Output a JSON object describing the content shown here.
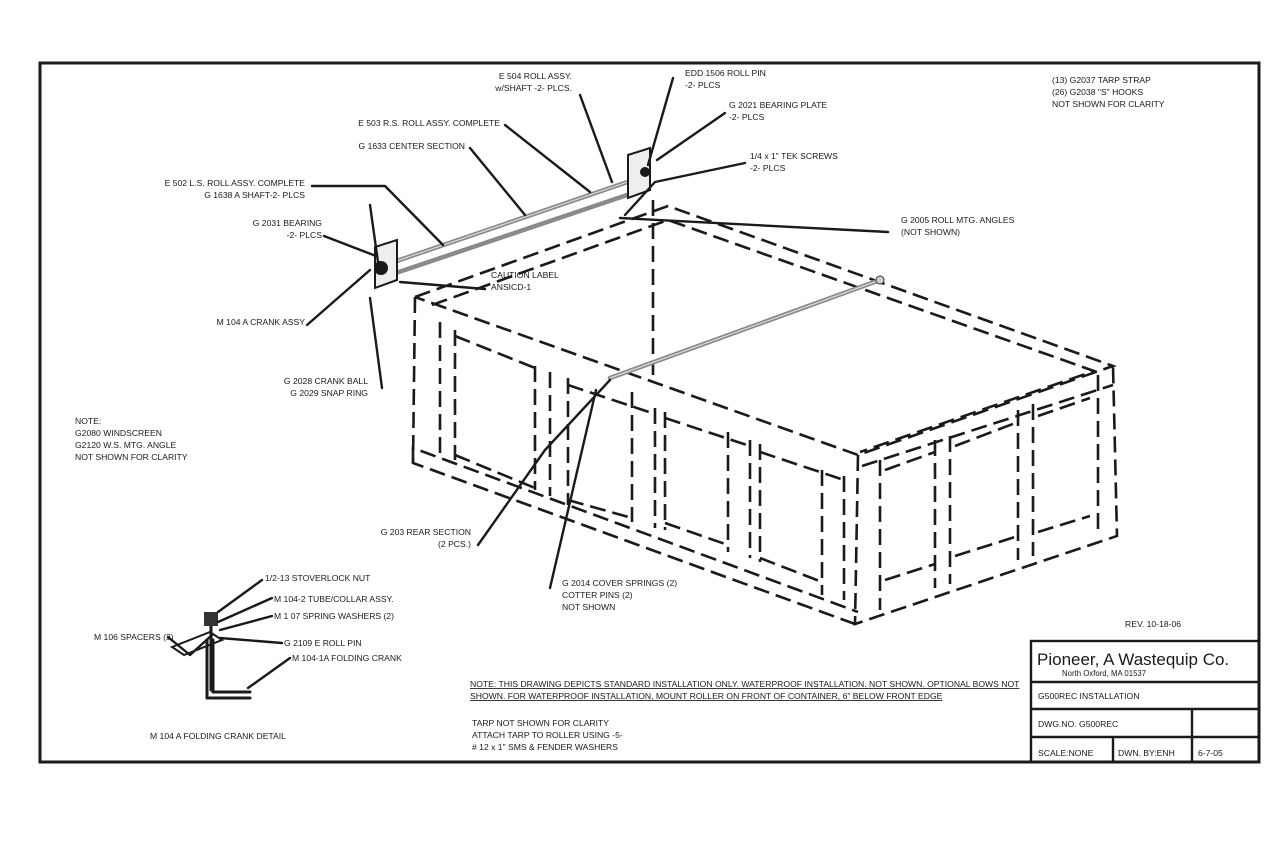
{
  "callouts": {
    "e504": [
      "E 504 ROLL ASSY.",
      "w/SHAFT -2- PLCS."
    ],
    "edd1506": [
      "EDD 1506 ROLL PIN",
      "-2- PLCS"
    ],
    "g2021": [
      "G 2021 BEARING PLATE",
      "-2- PLCS"
    ],
    "e503": [
      "E 503 R.S. ROLL ASSY. COMPLETE"
    ],
    "g1633": [
      "G 1633 CENTER SECTION"
    ],
    "tek": [
      "1/4 x 1\" TEK SCREWS",
      "-2- PLCS"
    ],
    "e502": [
      "E 502 L.S. ROLL ASSY. COMPLETE",
      "G 1638 A SHAFT-2- PLCS"
    ],
    "g2005": [
      "G 2005 ROLL MTG. ANGLES",
      "(NOT SHOWN)"
    ],
    "g2031": [
      "G 2031 BEARING",
      "-2- PLCS"
    ],
    "caution": [
      "CAUTION LABEL",
      "ANSICD-1"
    ],
    "m104crank": [
      "M 104 A CRANK ASSY"
    ],
    "g2028": [
      "G 2028 CRANK BALL",
      "G 2029 SNAP RING"
    ],
    "g203": [
      "G 203  REAR SECTION",
      "(2 PCS.)"
    ],
    "g2014": [
      "G 2014 COVER SPRINGS (2)",
      "COTTER PINS (2)",
      "NOT SHOWN"
    ]
  },
  "top_note": [
    "(13) G2037 TARP STRAP",
    "(26) G2038 \"S\" HOOKS",
    "NOT SHOWN FOR CLARITY"
  ],
  "left_note": [
    "NOTE:",
    "G2080 WINDSCREEN",
    "G2120 W.S. MTG. ANGLE",
    "NOT SHOWN FOR CLARITY"
  ],
  "detail": {
    "labels": [
      "1/2-13 STOVERLOCK NUT",
      "M 104-2 TUBE/COLLAR ASSY.",
      "M 1 07 SPRING WASHERS (2)",
      "M 106 SPACERS (3)",
      "G 2109 E ROLL PIN",
      "M 104-1A FOLDING CRANK"
    ],
    "caption": "M 104 A FOLDING CRANK DETAIL"
  },
  "bottom_note": {
    "line1": "NOTE: THIS DRAWING DEPICTS STANDARD INSTALLATION ONLY. WATERPROOF INSTALLATION. NOT SHOWN. OPTIONAL BOWS NOT",
    "line2": "SHOWN. FOR WATERPROOF INSTALLATION, MOUNT ROLLER ON FRONT OF CONTAINER, 6\" BELOW FRONT EDGE"
  },
  "tarp_note": [
    "TARP NOT SHOWN FOR CLARITY",
    "ATTACH TARP TO ROLLER USING -5-",
    "# 12 x  1\" SMS & FENDER WASHERS"
  ],
  "rev": "REV. 10-18-06",
  "title_block": {
    "company": "Pioneer, A Wastequip Co.",
    "location": "North Oxford, MA    01537",
    "drawing_title": "G500REC INSTALLATION",
    "dwg_no": "DWG.NO. G500REC",
    "scale": "SCALE:NONE",
    "drawn_by": "DWN. BY:ENH",
    "date": "6-7-05"
  }
}
